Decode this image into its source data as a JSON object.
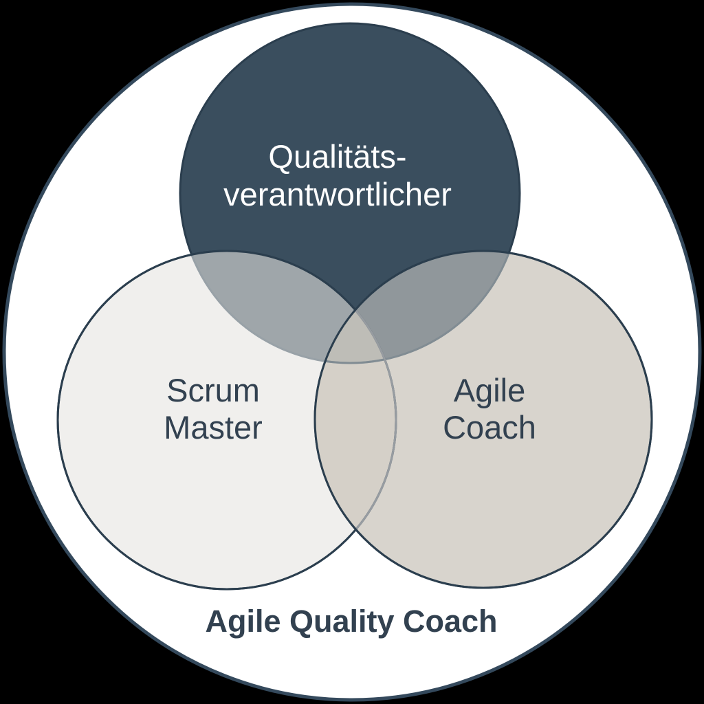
{
  "title": "Agile Quality Coach",
  "circles": {
    "top": {
      "line1": "Qualitäts-",
      "line2": "verantwortlicher"
    },
    "left": {
      "line1": "Scrum",
      "line2": "Master"
    },
    "right": {
      "line1": "Agile",
      "line2": "Coach"
    }
  },
  "colors": {
    "page_bg": "#000000",
    "outer_fill": "#FFFFFF",
    "outer_border": "#34495C",
    "circle_border": "#2B3E4E",
    "top_fill": "#3A4E5E",
    "left_fill": "#F0EFED",
    "right_fill": "#D8D4CD",
    "overlap_top_left": "#9FA6AA",
    "overlap_top_right": "#90979B",
    "overlap_left_right": "#D5D0C8",
    "overlap_center": "#BEBDB7",
    "edge_top_under_left": "#98A1A7",
    "edge_top_under_right": "#818C93",
    "edge_left_under_right": "#979CA1",
    "label_light": "#FFFFFF",
    "label_dark": "#324150"
  }
}
